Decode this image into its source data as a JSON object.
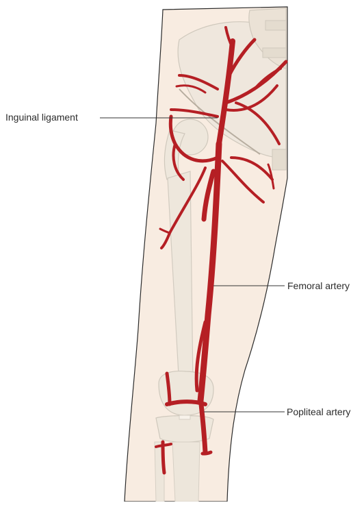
{
  "labels": {
    "inguinal_ligament": "Inguinal ligament",
    "femoral_artery": "Femoral artery",
    "popliteal_artery": "Popliteal artery"
  },
  "colors": {
    "skin": "#f8ece1",
    "bone": "#eee7dc",
    "bone_outline": "#c9c3b7",
    "artery": "#b51f24",
    "artery_dark": "#8c1519",
    "outline": "#2a2a2a",
    "leader": "#333333"
  }
}
